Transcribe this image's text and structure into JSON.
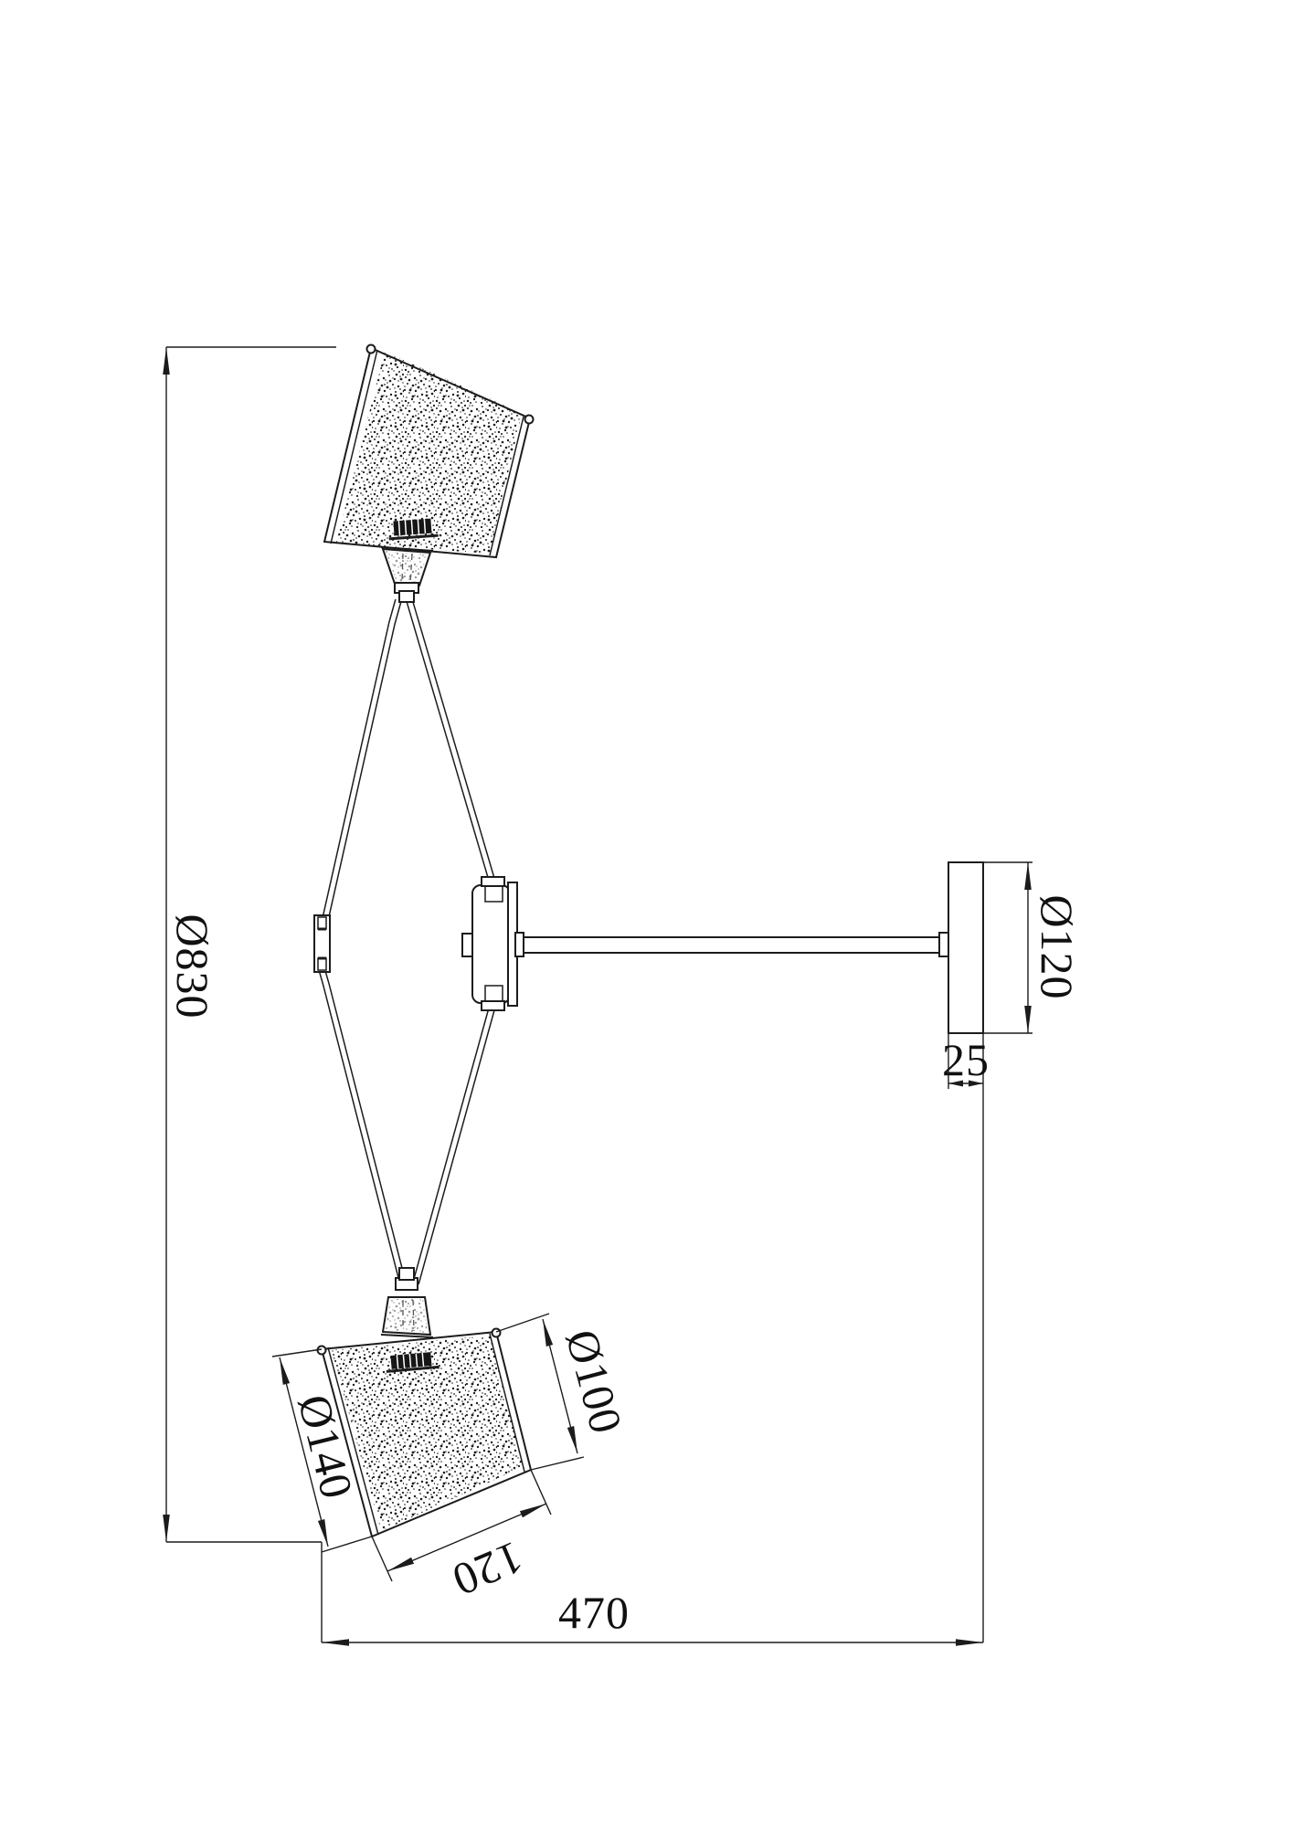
{
  "page": {
    "background": "#ffffff",
    "line_color": "#1c1c1c"
  },
  "dimensions": {
    "overall_height": {
      "label": "Ø830"
    },
    "plate_diameter": {
      "label": "Ø120"
    },
    "plate_depth": {
      "label": "25"
    },
    "projection": {
      "label": "470"
    },
    "shade_large_diameter": {
      "label": "Ø140"
    },
    "shade_small_diameter": {
      "label": "Ø100"
    },
    "shade_height": {
      "label": "120"
    }
  }
}
